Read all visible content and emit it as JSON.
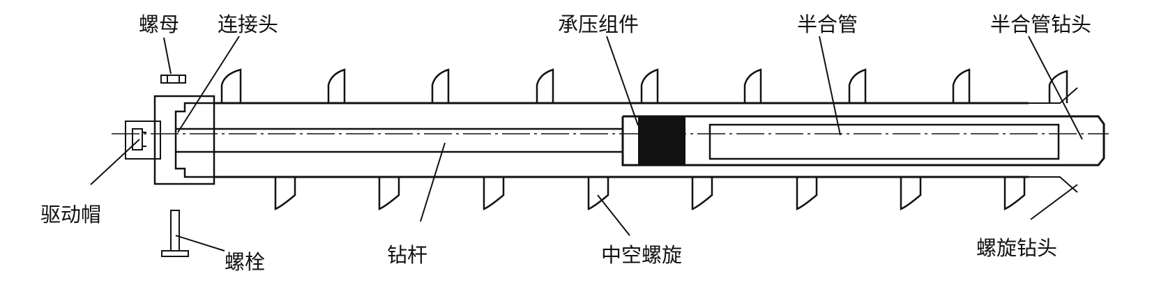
{
  "labels": {
    "nut": "螺母",
    "connector": "连接头",
    "pressure_assembly": "承压组件",
    "half_pipe": "半合管",
    "half_pipe_bit": "半合管钻头",
    "drive_cap": "驱动帽",
    "bolt": "螺栓",
    "drill_rod": "钻杆",
    "hollow_spiral": "中空螺旋",
    "spiral_bit": "螺旋钻头"
  },
  "colors": {
    "line": "#111111",
    "fill": "#111111",
    "background": "#ffffff"
  }
}
